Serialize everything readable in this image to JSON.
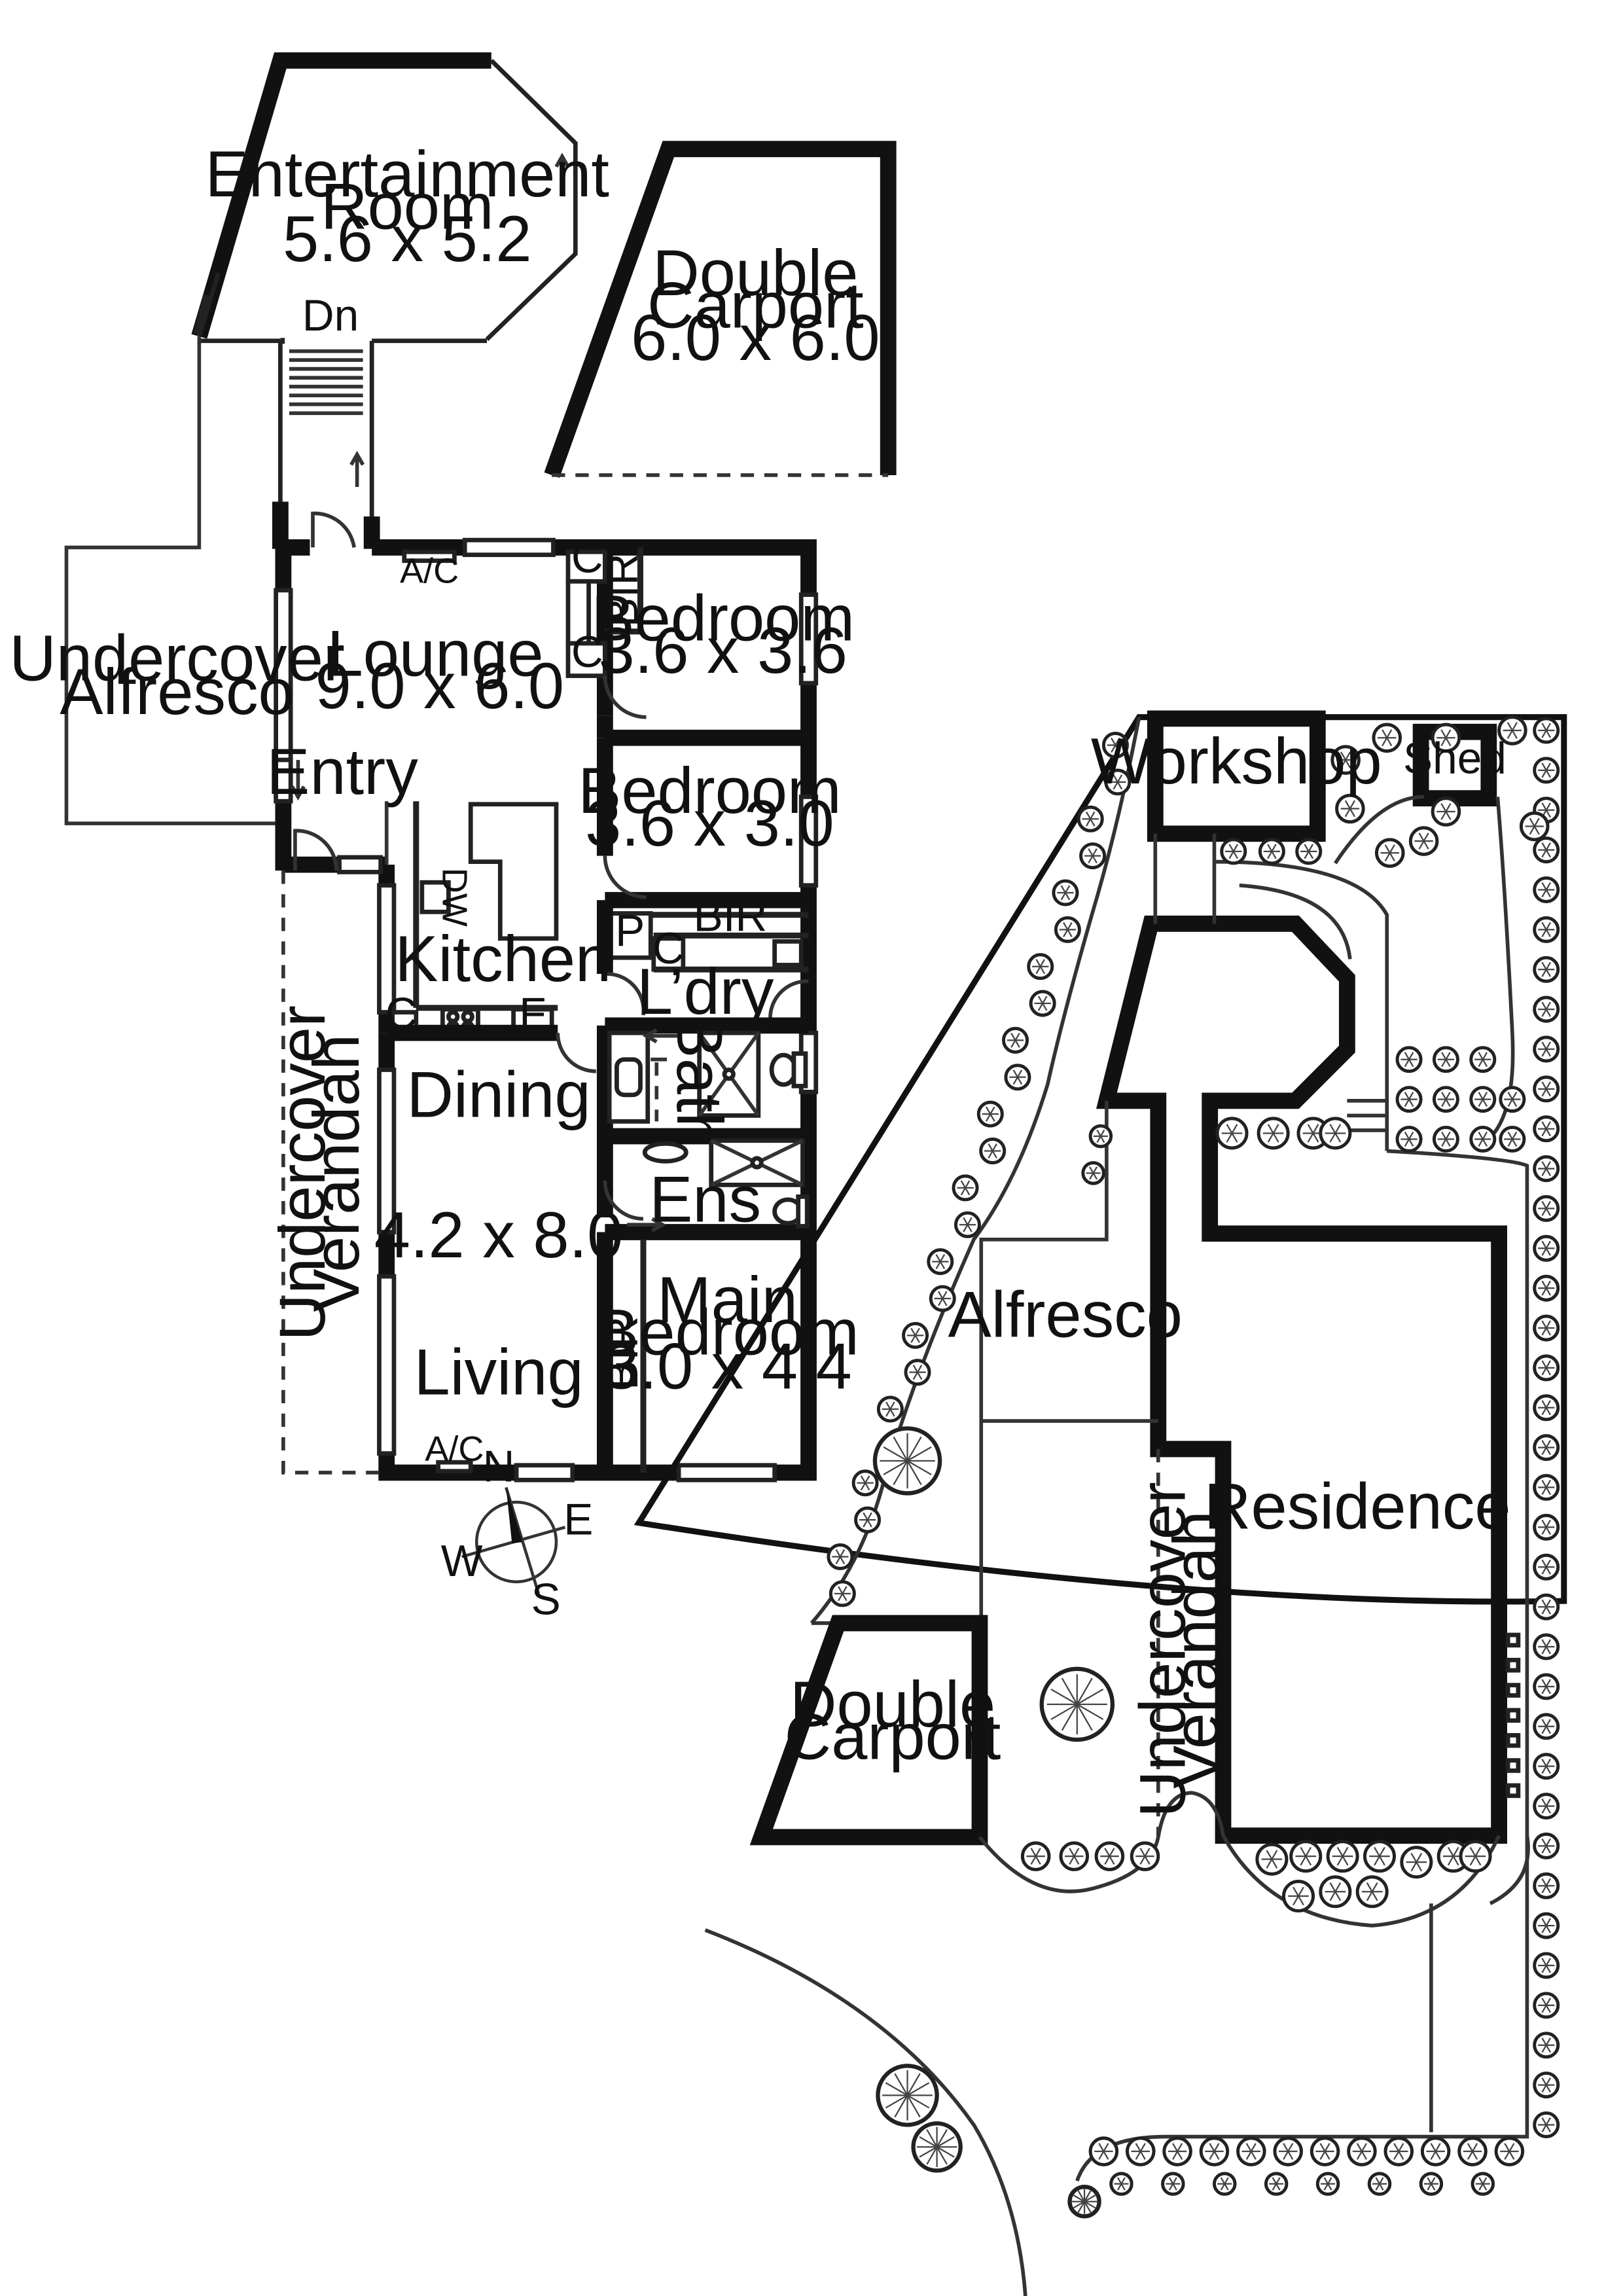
{
  "floorplan": {
    "rooms": {
      "entertainment": {
        "name_line1": "Entertainment",
        "name_line2": "Room",
        "size": "5.6 x 5.2"
      },
      "double_carport_top": {
        "name_line1": "Double",
        "name_line2": "Carport",
        "size": "6.0 x 6.0"
      },
      "undercover_alfresco": {
        "name_line1": "Undercover",
        "name_line2": "Alfresco"
      },
      "lounge": {
        "name": "Lounge",
        "size": "9.0 x 6.0"
      },
      "bedroom1": {
        "name": "Bedroom",
        "size": "3.6 x 3.6"
      },
      "bedroom2": {
        "name": "Bedroom",
        "size": "3.6 x 3.0"
      },
      "kitchen": {
        "name": "Kitchen"
      },
      "laundry": {
        "name": "L’dry"
      },
      "bath": {
        "name": "Bath"
      },
      "ensuite": {
        "name": "Ens"
      },
      "dining": {
        "name": "Dining"
      },
      "living_size": {
        "size": "4.2 x 8.0"
      },
      "living": {
        "name": "Living"
      },
      "main_bedroom": {
        "name_line1": "Main",
        "name_line2": "Bedroom",
        "size": "3.0 x 4.4"
      },
      "undercover_verandah": {
        "name_line1": "Undercover",
        "name_line2": "Verandah"
      }
    },
    "labels": {
      "dn": "Dn",
      "entry": "Entry",
      "ac": "A/C",
      "c": "C",
      "bir": "BIR",
      "dw": "DW",
      "p": "P",
      "f": "F"
    }
  },
  "siteplan": {
    "workshop": "Workshop",
    "shed": "Shed",
    "alfresco": "Alfresco",
    "residence": "Residence",
    "verandah_line1": "Undercover",
    "verandah_line2": "Verandah",
    "carport_line1": "Double",
    "carport_line2": "Carport"
  },
  "compass": {
    "n": "N",
    "e": "E",
    "s": "S",
    "w": "W"
  },
  "icons": [
    "compass-icon",
    "tree-icon",
    "door-swing-icon",
    "stairs-icon",
    "direction-arrow-icon"
  ]
}
